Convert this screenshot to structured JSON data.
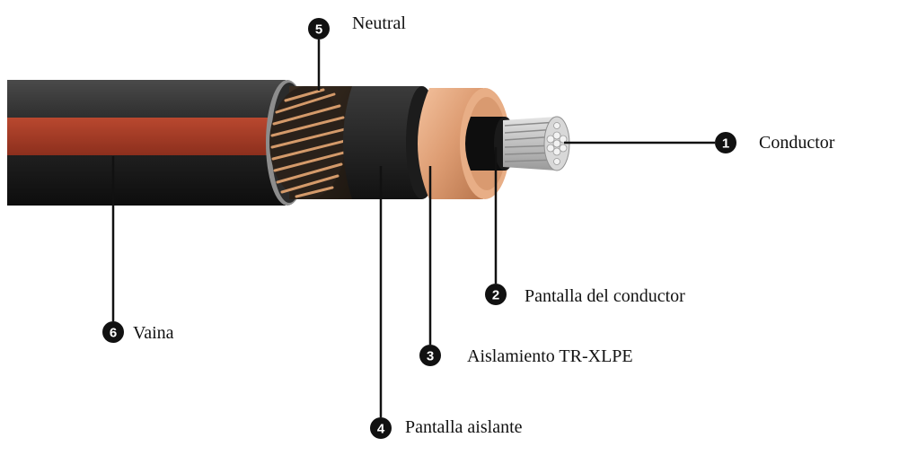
{
  "colors": {
    "jacket_dark": "#1b1b1b",
    "jacket_stripe": "#a63c28",
    "neutral_copper": "#c98f5c",
    "insulation_shield": "#232323",
    "tr_xlpe": "#e0a57e",
    "conductor_shield": "#111111",
    "conductor": "#c8c8c8",
    "callout": "#111111"
  },
  "callouts": [
    {
      "number": "1",
      "label": "Conductor"
    },
    {
      "number": "2",
      "label": "Pantalla del conductor"
    },
    {
      "number": "3",
      "label": "Aislamiento TR-XLPE"
    },
    {
      "number": "4",
      "label": "Pantalla aislante"
    },
    {
      "number": "5",
      "label": "Neutral"
    },
    {
      "number": "6",
      "label": "Vaina"
    }
  ]
}
